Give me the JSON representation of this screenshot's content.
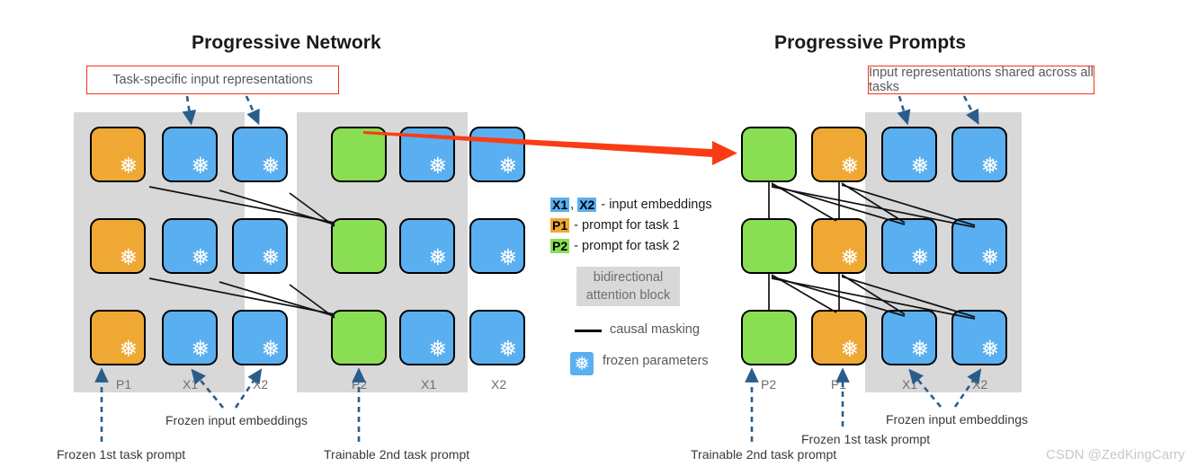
{
  "titles": {
    "left": "Progressive Network",
    "right": "Progressive Prompts"
  },
  "callouts": {
    "left": "Task-specific input representations",
    "right": "Input representations shared across all tasks",
    "border_color": "#f4361c"
  },
  "legend": {
    "embeddings": {
      "chip1": "X1",
      "sep": ",",
      "chip2": "X2",
      "text": "- input embeddings"
    },
    "prompt1": {
      "chip": "P1",
      "text": "- prompt for task 1"
    },
    "prompt2": {
      "chip": "P2",
      "text": "- prompt for task 2"
    },
    "bidirectional": {
      "line1": "bidirectional",
      "line2": "attention block"
    },
    "causal": "causal masking",
    "frozen": "frozen parameters",
    "flake_glyph": "❅"
  },
  "colors": {
    "input_embedding": "#5aaff0",
    "prompt_task1": "#efa833",
    "prompt_task2": "#8ade53",
    "attention_block": "#d8d8d8",
    "arrow_highlight": "#fa3c14",
    "dashed_arrow": "#2b5d8c"
  },
  "panels": [
    {
      "id": "panel-a",
      "name": "progressive-network-task1",
      "column_labels": [
        "P1",
        "X1",
        "X2"
      ],
      "rows": [
        [
          "prompt_task1",
          "input_embedding",
          "input_embedding"
        ],
        [
          "prompt_task1",
          "input_embedding",
          "input_embedding"
        ],
        [
          "prompt_task1",
          "input_embedding",
          "input_embedding"
        ]
      ],
      "frozen": [
        [
          true,
          true,
          true
        ],
        [
          true,
          true,
          true
        ],
        [
          true,
          true,
          true
        ]
      ]
    },
    {
      "id": "panel-b",
      "name": "progressive-network-task2",
      "column_labels": [
        "P2",
        "X1",
        "X2"
      ],
      "rows": [
        [
          "prompt_task2",
          "input_embedding",
          "input_embedding"
        ],
        [
          "prompt_task2",
          "input_embedding",
          "input_embedding"
        ],
        [
          "prompt_task2",
          "input_embedding",
          "input_embedding"
        ]
      ],
      "frozen": [
        [
          false,
          true,
          true
        ],
        [
          false,
          true,
          true
        ],
        [
          false,
          true,
          true
        ]
      ]
    },
    {
      "id": "panel-c",
      "name": "progressive-prompts",
      "column_labels": [
        "P2",
        "P1",
        "X1",
        "X2"
      ],
      "rows": [
        [
          "prompt_task2",
          "prompt_task1",
          "input_embedding",
          "input_embedding"
        ],
        [
          "prompt_task2",
          "prompt_task1",
          "input_embedding",
          "input_embedding"
        ],
        [
          "prompt_task2",
          "prompt_task1",
          "input_embedding",
          "input_embedding"
        ]
      ],
      "frozen": [
        [
          false,
          true,
          true,
          true
        ],
        [
          false,
          true,
          true,
          true
        ],
        [
          false,
          true,
          true,
          true
        ]
      ]
    }
  ],
  "annotations": {
    "left_frozen_prompt": "Frozen 1st task prompt",
    "left_frozen_embeddings": "Frozen input embeddings",
    "left_trainable_prompt": "Trainable 2nd task prompt",
    "right_trainable_prompt": "Trainable 2nd task prompt",
    "right_frozen_prompt": "Frozen 1st task prompt",
    "right_frozen_embeddings": "Frozen input embeddings"
  },
  "watermark": "CSDN @ZedKingCarry"
}
